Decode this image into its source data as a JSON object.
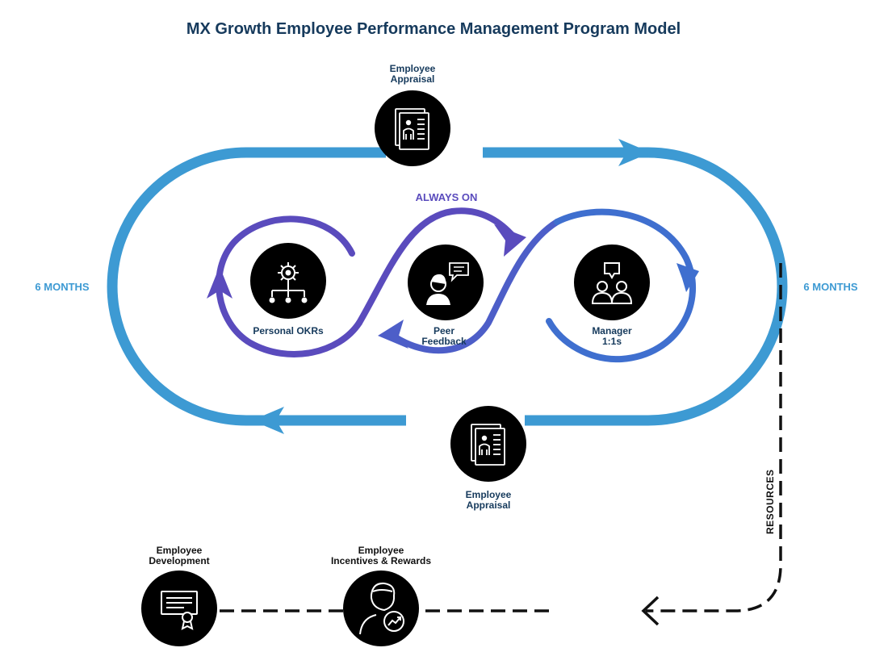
{
  "title": "MX Growth Employee Performance Management Program Model",
  "colors": {
    "outer_loop": "#3d9ad3",
    "inner_loop": "#5a4bbd",
    "inner_loop_right": "#3f6fcf",
    "icon_bg": "#000000",
    "title": "#163a5c",
    "dashed": "#111111"
  },
  "outer_loop": {
    "left_label": "6 MONTHS",
    "right_label": "6 MONTHS",
    "top_node": {
      "line1": "Employee",
      "line2": "Appraisal",
      "icon": "document-person-icon"
    },
    "bottom_node": {
      "line1": "Employee",
      "line2": "Appraisal",
      "icon": "document-person-icon"
    }
  },
  "inner_loop": {
    "label": "ALWAYS ON",
    "nodes": [
      {
        "line1": "Personal OKRs",
        "line2": "",
        "icon": "gear-network-icon"
      },
      {
        "line1": "Peer",
        "line2": "Feedback",
        "icon": "person-speech-bubble-icon"
      },
      {
        "line1": "Manager",
        "line2": "1:1s",
        "icon": "two-people-chat-icon"
      }
    ]
  },
  "resources_label": "RESOURCES",
  "outcomes": [
    {
      "line1": "Employee",
      "line2": "Development",
      "icon": "certificate-icon"
    },
    {
      "line1": "Employee",
      "line2": "Incentives & Rewards",
      "icon": "person-growth-icon"
    }
  ]
}
